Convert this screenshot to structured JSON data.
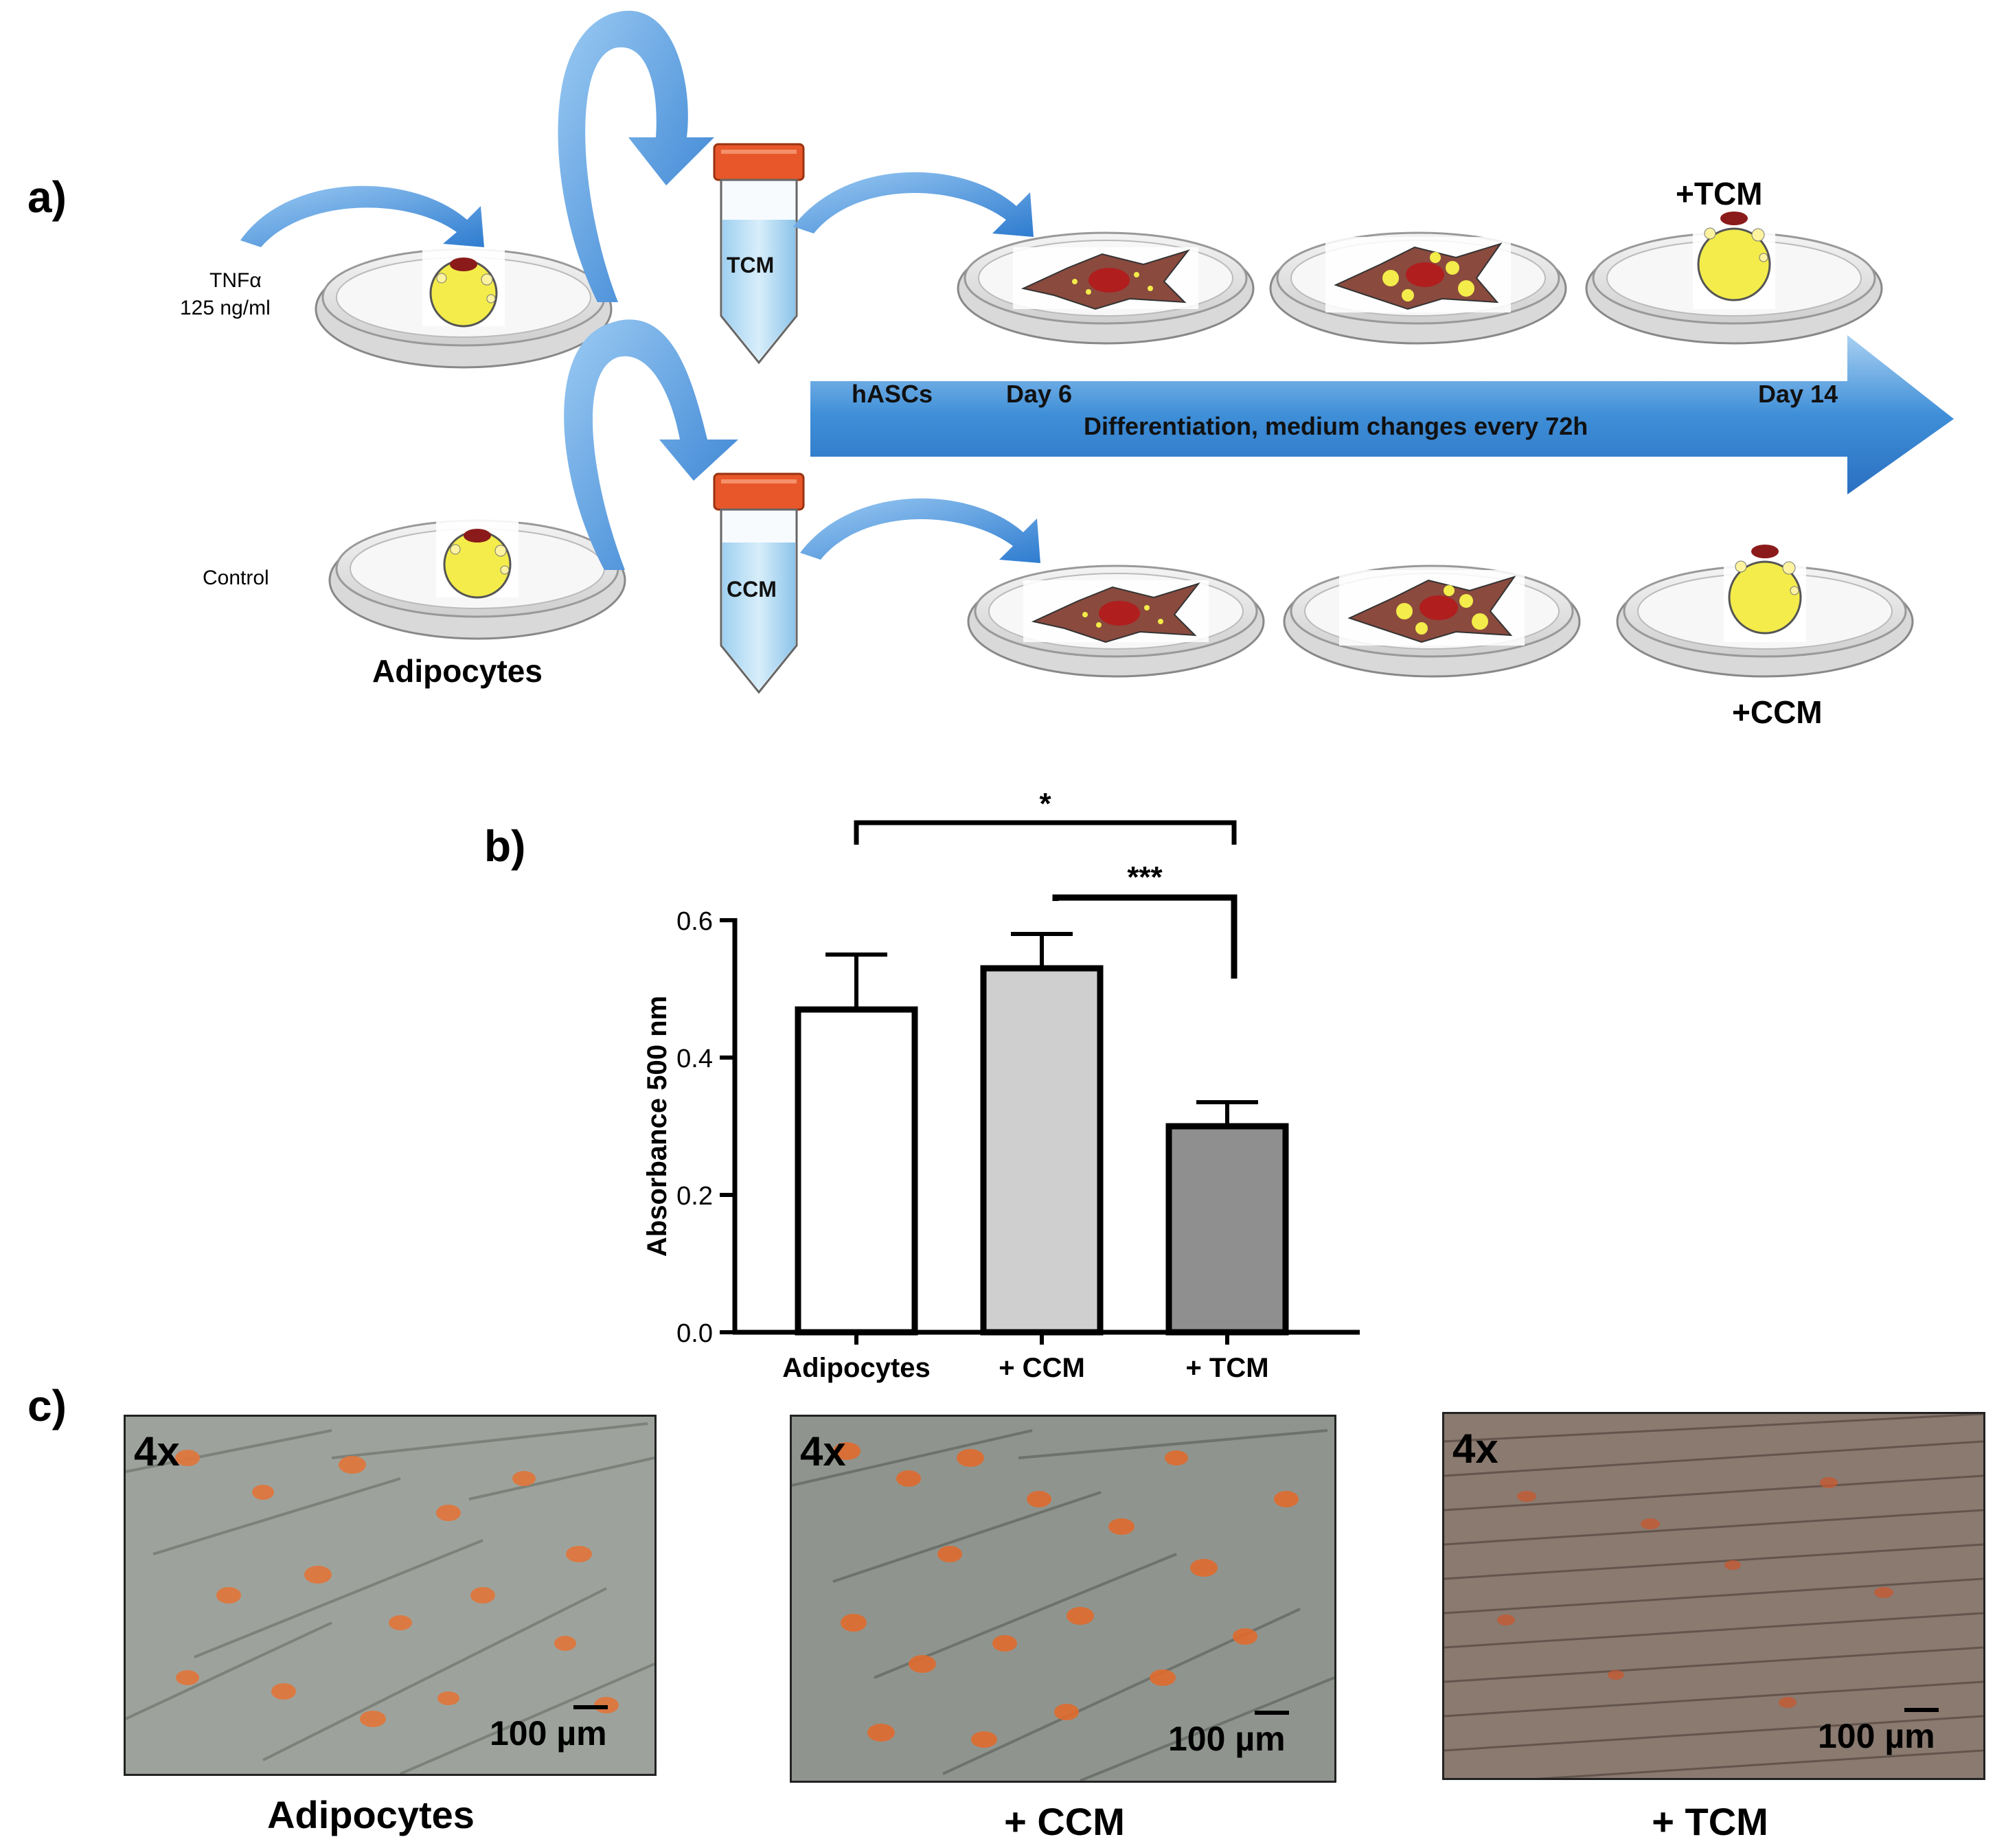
{
  "panel_a": {
    "letter": "a)",
    "tnf_label_line1": "TNFα",
    "tnf_label_line2": "125 ng/ml",
    "control_label": "Control",
    "adipocytes_label": "Adipocytes",
    "tcm_tube_label": "TCM",
    "ccm_tube_label": "CCM",
    "tcm_result_label": "+TCM",
    "ccm_result_label": "+CCM",
    "timeline": {
      "hascs": "hASCs",
      "day6": "Day 6",
      "day14": "Day 14",
      "description": "Differentiation, medium changes every 72h"
    },
    "colors": {
      "arrow_blue": "#3f8fd8",
      "cell_brown": "#8a4a3e",
      "lipid_yellow": "#f3ec4a",
      "tube_cap": "#e8572a"
    }
  },
  "panel_b": {
    "letter": "b)",
    "significance_top": "*",
    "significance_bottom": "***"
  },
  "chart_data": {
    "type": "bar",
    "categories": [
      "Adipocytes",
      "+ CCM",
      "+ TCM"
    ],
    "values": [
      0.47,
      0.53,
      0.3
    ],
    "errors": [
      0.08,
      0.05,
      0.035
    ],
    "bar_colors": [
      "#ffffff",
      "#cfcfcf",
      "#8f8f8f"
    ],
    "title": "",
    "xlabel": "",
    "ylabel": "Absorbance 500 nm",
    "ylim": [
      0,
      0.6
    ],
    "yticks": [
      "0.0",
      "0.2",
      "0.4",
      "0.6"
    ],
    "grid": false
  },
  "panel_c": {
    "letter": "c)",
    "images": [
      {
        "magnification": "4x",
        "scale": "100 µm",
        "caption": "Adipocytes"
      },
      {
        "magnification": "4x",
        "scale": "100 µm",
        "caption": "+ CCM"
      },
      {
        "magnification": "4x",
        "scale": "100 µm",
        "caption": "+ TCM"
      }
    ]
  }
}
